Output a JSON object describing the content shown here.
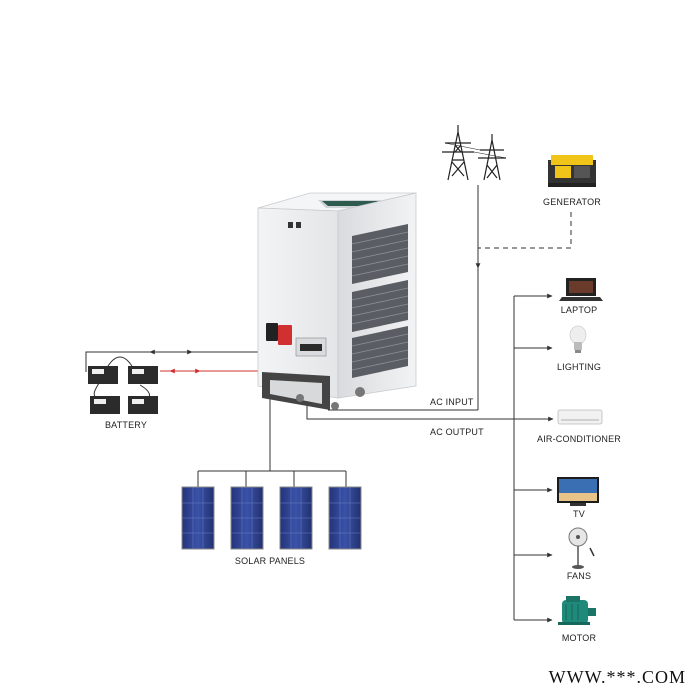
{
  "labels": {
    "generator": "GENERATOR",
    "laptop": "LAPTOP",
    "lighting": "LIGHTING",
    "air_conditioner": "AIR-CONDITIONER",
    "tv": "TV",
    "fans": "FANS",
    "motor": "MOTOR",
    "battery": "BATTERY",
    "solar_panels": "SOLAR PANELS",
    "ac_input": "AC INPUT",
    "ac_output": "AC OUTPUT"
  },
  "watermark": "WWW.***.COM",
  "colors": {
    "line": "#333333",
    "battery_link": "#d0302f",
    "panel_blue": "#2d3f8c",
    "cabinet": "#e9eaec",
    "vent": "#5a5d63"
  }
}
